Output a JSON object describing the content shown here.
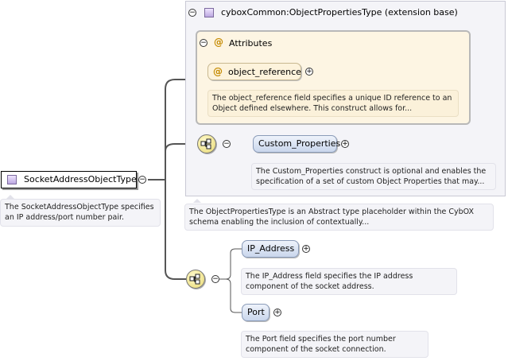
{
  "root": {
    "label": "SocketAddressObjectType",
    "annotation": [
      "The SocketAddressObjectType specifies",
      "an IP address/port number pair."
    ]
  },
  "extension": {
    "label": "cyboxCommon:ObjectPropertiesType (extension base)",
    "annotation": [
      "The ObjectPropertiesType is an Abstract type placeholder within the CybOX",
      "schema enabling the inclusion of contextually..."
    ]
  },
  "attributes": {
    "label": "Attributes",
    "object_reference": {
      "label": "object_reference",
      "annotation": [
        "The object_reference field specifies a unique ID reference to an",
        "Object defined elsewhere. This construct allows for..."
      ]
    }
  },
  "custom_properties": {
    "label": "Custom_Properties",
    "annotation": [
      "The Custom_Properties construct is optional and enables the",
      "specification of a set of custom Object Properties that may..."
    ]
  },
  "ip_address": {
    "label": "IP_Address",
    "annotation": [
      "The IP_Address field specifies the IP address",
      "component of the socket address."
    ]
  },
  "port": {
    "label": "Port",
    "annotation": [
      "The Port field specifies the port number",
      "component of the socket connection."
    ]
  },
  "symbols": {
    "collapse": "⊖",
    "expand": "⊕",
    "attribute": "@",
    "minus": "−",
    "plus": "+"
  },
  "colors": {
    "attributes_bg": "#fdf5e3",
    "extension_bg": "#f4f4f8",
    "pill_border": "#8a9bb8",
    "connector": "#555555"
  }
}
